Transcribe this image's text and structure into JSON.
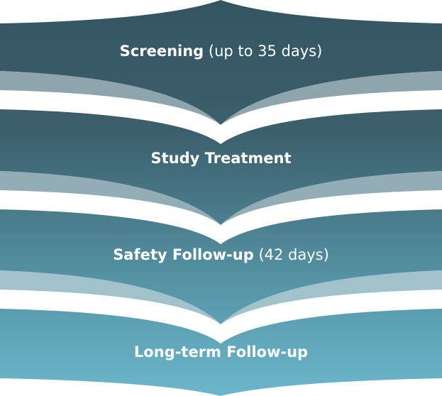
{
  "stages": [
    {
      "name": "Screening",
      "detail": "(up to 35 days)",
      "color": "#3a5c68"
    },
    {
      "name": "Study Treatment",
      "detail": "",
      "color": "#3e6170"
    },
    {
      "name": "Safety Follow-up",
      "detail": "(42 days)",
      "color": "#4e8b9d"
    },
    {
      "name": "Long-term Follow-up",
      "detail": "",
      "color": "#6fb3c9"
    }
  ]
}
